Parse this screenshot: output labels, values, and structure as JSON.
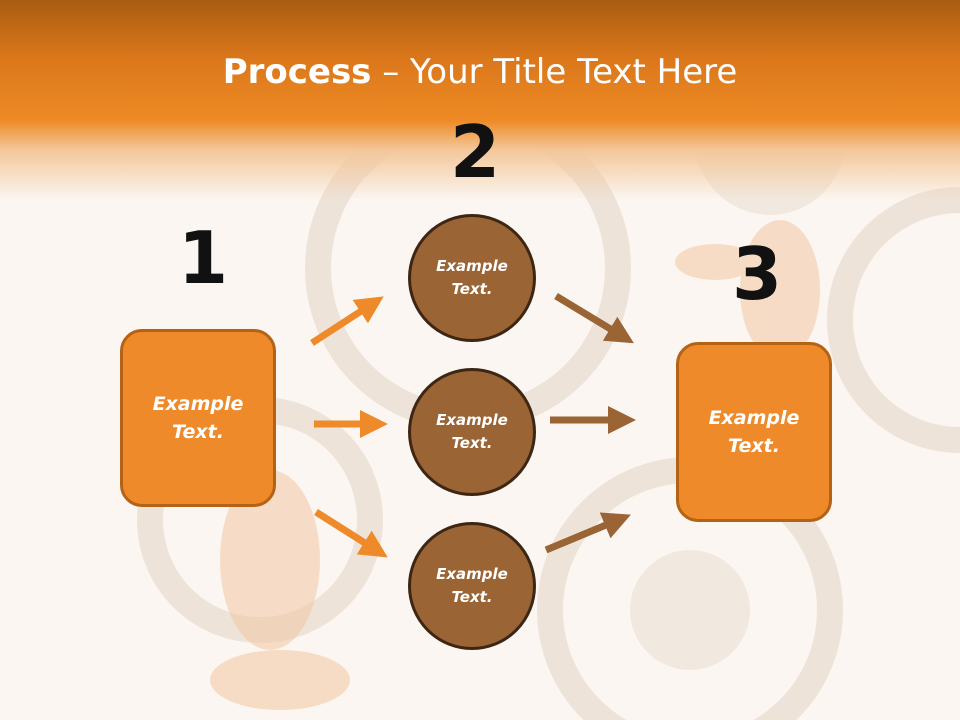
{
  "title": {
    "bold": "Process",
    "rest": " – Your Title Text Here"
  },
  "numbers": [
    "1",
    "2",
    "3"
  ],
  "left_box": {
    "text": "Example Text."
  },
  "circles": [
    {
      "text": "Example Text."
    },
    {
      "text": "Example Text."
    },
    {
      "text": "Example Text."
    }
  ],
  "right_box": {
    "text": "Example Text."
  },
  "colors": {
    "header": "#ee8a24",
    "box": "#ee8a2a",
    "circle": "#9a6434",
    "arrow_orange": "#ee8a2a",
    "arrow_brown": "#9a6434"
  }
}
